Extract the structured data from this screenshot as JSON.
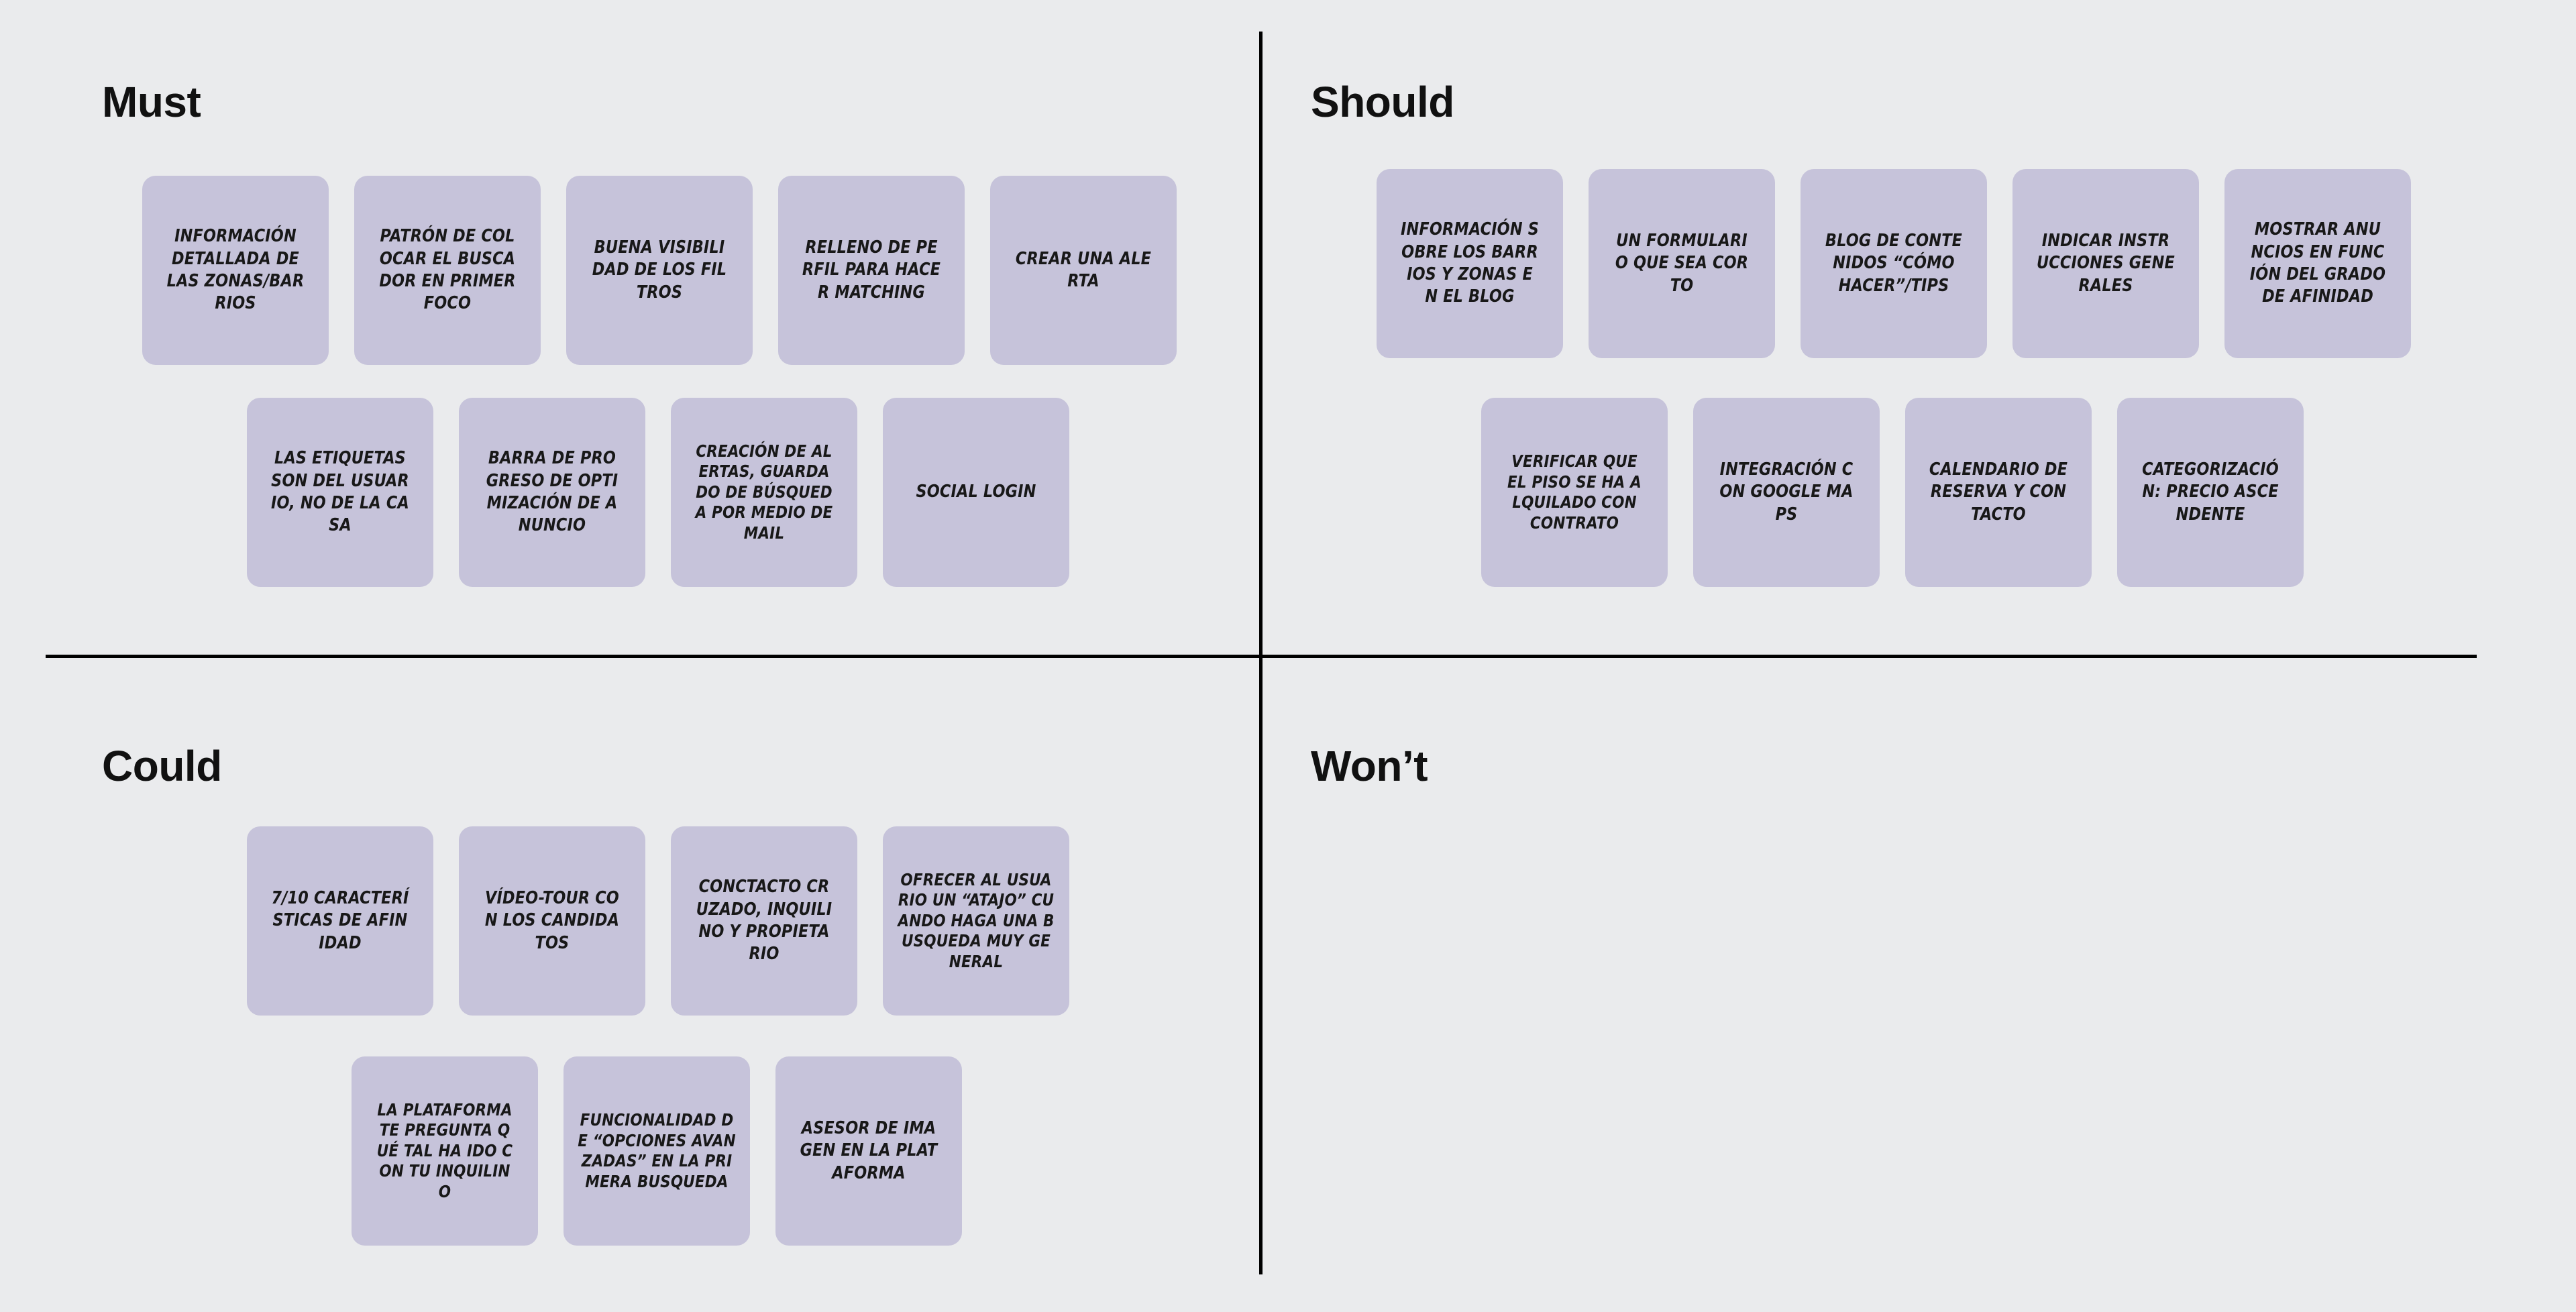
{
  "board": {
    "type": "moscow-prioritization-matrix",
    "background_color": "#eaebed",
    "card_color": "#c6c3da",
    "divider_color": "#000000",
    "text_color": "#181818"
  },
  "quadrants": [
    {
      "id": "must",
      "title": "Must",
      "rows": [
        {
          "cards": [
            {
              "text": "INFORMACIÓN DETALLADA DE LAS ZONAS/BARRIOS"
            },
            {
              "text": "PATRÓN DE COLOCAR EL BUSCADOR EN PRIMER FOCO"
            },
            {
              "text": "BUENA VISIBILIDAD DE LOS FILTROS"
            },
            {
              "text": "RELLENO DE PERFIL PARA HACER MATCHING"
            },
            {
              "text": "CREAR UNA ALERTA"
            }
          ]
        },
        {
          "cards": [
            {
              "text": "LAS ETIQUETAS SON DEL USUARIO, NO DE LA CASA"
            },
            {
              "text": "BARRA DE PROGRESO DE OPTIMIZACIÓN DE ANUNCIO"
            },
            {
              "text": "CREACIÓN DE ALERTAS, GUARDADO DE BÚSQUEDA POR MEDIO DE MAIL"
            },
            {
              "text": "SOCIAL LOGIN"
            }
          ]
        }
      ]
    },
    {
      "id": "should",
      "title": "Should",
      "rows": [
        {
          "cards": [
            {
              "text": "INFORMACIÓN SOBRE LOS BARRIOS Y ZONAS EN EL BLOG"
            },
            {
              "text": "UN FORMULARIO QUE SEA CORTO"
            },
            {
              "text": "BLOG DE CONTENIDOS “CÓMO HACER”/TIPS"
            },
            {
              "text": "INDICAR INSTRUCCIONES GENERALES"
            },
            {
              "text": "MOSTRAR ANUNCIOS EN FUNCIÓN DEL GRADO DE AFINIDAD"
            }
          ]
        },
        {
          "cards": [
            {
              "text": "VERIFICAR QUE EL PISO SE HA ALQUILADO CON CONTRATO"
            },
            {
              "text": "INTEGRACIÓN CON GOOGLE MAPS"
            },
            {
              "text": "CALENDARIO DE RESERVA Y CONTACTO"
            },
            {
              "text": "CATEGORIZACIÓN: PRECIO ASCENDENTE"
            }
          ]
        }
      ]
    },
    {
      "id": "could",
      "title": "Could",
      "rows": [
        {
          "cards": [
            {
              "text": "7/10 CARACTERÍSTICAS DE AFINIDAD"
            },
            {
              "text": "VÍDEO-TOUR CON LOS CANDIDATOS"
            },
            {
              "text": "CONCTACTO CRUZADO, INQUILINO Y PROPIETARIO"
            },
            {
              "text": "OFRECER AL USUARIO UN “ATAJO” CUANDO HAGA UNA BUSQUEDA MUY GENERAL"
            }
          ]
        },
        {
          "cards": [
            {
              "text": "LA PLATAFORMA TE PREGUNTA QUÉ TAL HA IDO CON TU INQUILINO"
            },
            {
              "text": "FUNCIONALIDAD DE “OPCIONES AVANZADAS” EN LA PRIMERA BUSQUEDA"
            },
            {
              "text": "ASESOR DE IMAGEN EN LA PLATAFORMA"
            }
          ]
        }
      ]
    },
    {
      "id": "wont",
      "title": "Won’t",
      "rows": []
    }
  ]
}
